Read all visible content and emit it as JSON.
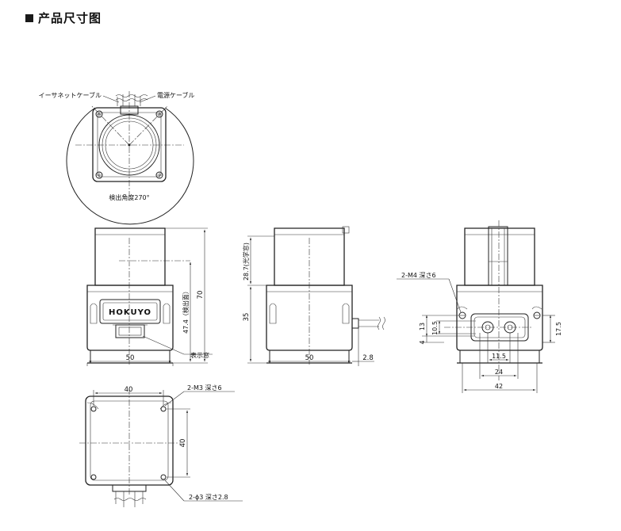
{
  "header": {
    "title": "产品尺寸图"
  },
  "top_view": {
    "label_ethernet": "イーサネットケーブル",
    "label_power": "電源ケーブル",
    "label_angle": "検出角度270°"
  },
  "front_view": {
    "dim_width": "50",
    "dim_height": "70",
    "dim_detect": "47.4（検出面）",
    "label_display": "表示窓",
    "logo": "HOKUYO"
  },
  "side_view": {
    "dim_width": "50",
    "dim_optical": "28.7(光学窓)",
    "dim_35": "35",
    "dim_28": "2.8"
  },
  "back_view": {
    "label_m4": "2-M4 深さ6",
    "dim_13": "13",
    "dim_4": "4",
    "dim_105": "10.5",
    "dim_175": "17.5",
    "dim_115": "11.5",
    "dim_24": "24",
    "dim_42": "42"
  },
  "bottom_view": {
    "dim_w": "40",
    "dim_h": "40",
    "label_m3": "2-M3 深さ6",
    "label_phi": "2-ϕ3 深さ2.8"
  }
}
